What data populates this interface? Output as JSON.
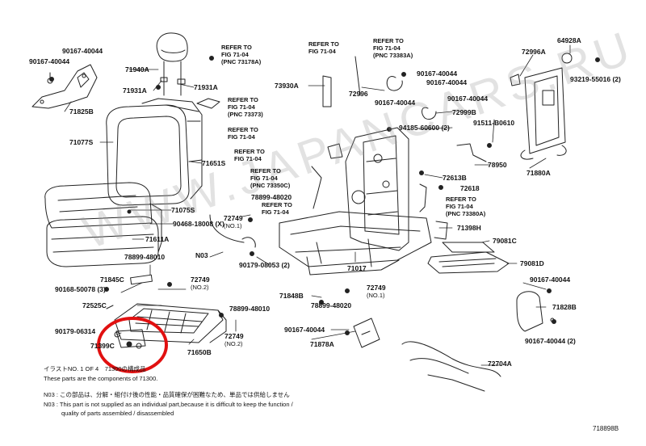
{
  "watermark": "WWW.JAPANCARS.RU",
  "colors": {
    "line": "#222222",
    "highlight": "#e11010",
    "watermark": "#9a9a9a"
  },
  "part_labels": {
    "p71940A": "71940A",
    "p90167_a": "90167-40044",
    "p90167_b": "90167-40044",
    "p71931A": "71931A",
    "p71931A_r": "71931A",
    "p71825B": "71825B",
    "p71077S": "71077S",
    "p71651S": "71651S",
    "p71075S": "71075S",
    "p90468": "90468-18008 (X)",
    "p71611A": "71611A",
    "p78899_a": "78899-48010",
    "p72749_no1a": "72749",
    "p72749_no1a_sub": "(NO.1)",
    "p78899_b": "78899-48020",
    "pN03": "N03",
    "p90179_a": "90179-08053 (2)",
    "p71017": "71017",
    "p71845C": "71845C",
    "p90168": "90168-50078 (3)",
    "p72749_no2a": "72749",
    "p72749_no2a_sub": "(NO.2)",
    "p72525C": "72525C",
    "p71848B": "71848B",
    "p78899_c": "78899-48020",
    "p72749_no1b": "72749",
    "p72749_no1b_sub": "(NO.1)",
    "p78899_d": "78899-48010",
    "p72749_no2b": "72749",
    "p72749_no2b_sub": "(NO.2)",
    "p90179_b": "90179-06314",
    "p71399C": "71399C",
    "p71650B": "71650B",
    "p90167_c": "90167-40044",
    "p71878A": "71878A",
    "p72704A": "72704A",
    "p73930A": "73930A",
    "p72996": "72996",
    "p90167_d": "90167-40044",
    "p90167_e": "90167-40044",
    "p90167_f": "90167-40044",
    "p90167_g": "90167-40044",
    "p72999B": "72999B",
    "p94185": "94185-60600 (2)",
    "p91511": "91511-B0610",
    "p64928A": "64928A",
    "p72996A": "72996A",
    "p93219": "93219-55016 (2)",
    "p71880A": "71880A",
    "p78950": "78950",
    "p72613B": "72613B",
    "p72618": "72618",
    "p71398H": "71398H",
    "p79081C": "79081C",
    "p79081D": "79081D",
    "p90167_h": "90167-40044",
    "p71828B": "71828B",
    "p90167_i": "90167-40044 (2)"
  },
  "refer_notes": {
    "r1": "REFER TO\nFIG 71-04\n(PNC 73178A)",
    "r2": "REFER TO\nFIG 71-04\n(PNC 73373)",
    "r3": "REFER TO\nFIG 71-04",
    "r4": "REFER TO\nFIG 71-04",
    "r5": "REFER TO\nFIG 71-04\n(PNC 73350C)",
    "r6": "REFER TO\nFIG 71-04",
    "r7": "REFER TO\nFIG 71-04",
    "r8": "REFER TO\nFIG 71-04\n(PNC 73383A)",
    "r9": "REFER TO\nFIG 71-04\n(PNC 73380A)"
  },
  "footer": {
    "illustration": "イラストNO. 1 OF 4　71300の構成品",
    "components_en": "These parts are the components of 71300.",
    "n03_jp": "N03 : この部品は、分解・組付け後の性能・品質確保が困難なため、単品では供給しません",
    "n03_en_1": "N03 : This part is not supplied as an individual part,because it is difficult to keep the function /",
    "n03_en_2": "quality of parts assembled / disassembled",
    "diagram_id": "718898B"
  }
}
